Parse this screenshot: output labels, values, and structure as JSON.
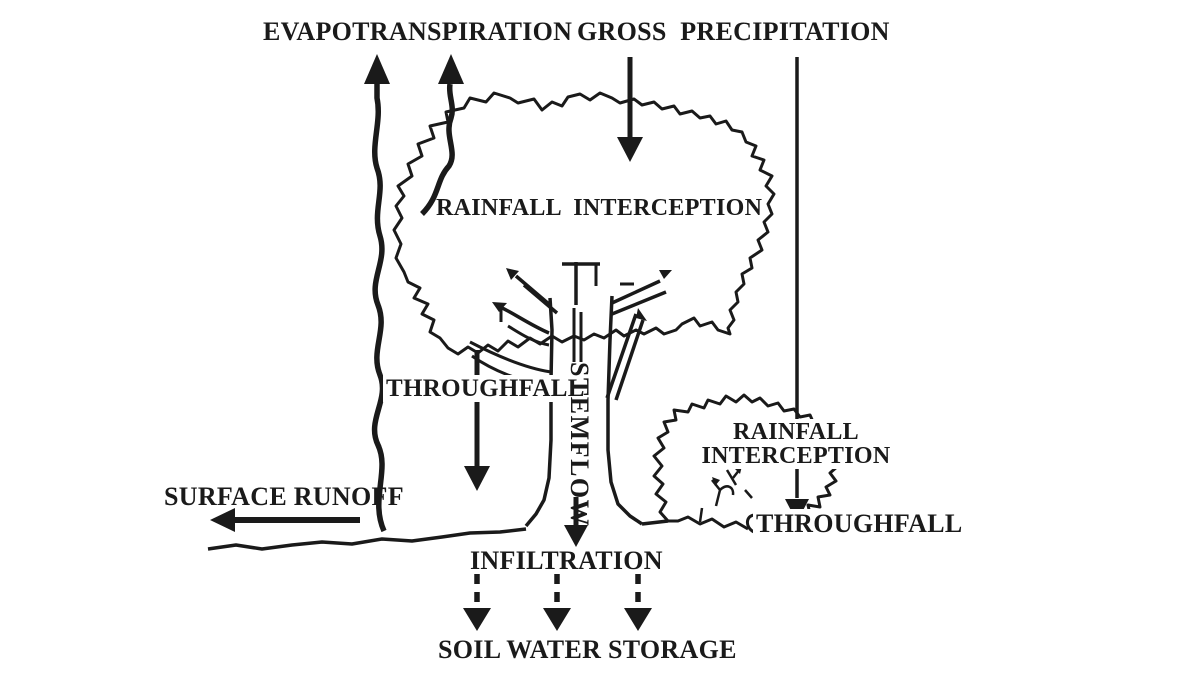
{
  "colors": {
    "ink": "#1a1a1a",
    "background": "#ffffff"
  },
  "labels": {
    "evapotranspiration": "EVAPOTRANSPIRATION",
    "gross_precipitation": "GROSS  PRECIPITATION",
    "canopy_rainfall_interception": "RAINFALL  INTERCEPTION",
    "throughfall_left": "THROUGHFALL",
    "stemflow": "STEMFLOW",
    "surface_runoff": "SURFACE RUNOFF",
    "shrub_rainfall_line1": "RAINFALL",
    "shrub_rainfall_line2": "INTERCEPTION",
    "shrub_throughfall": "THROUGHFALL",
    "infiltration": "INFILTRATION",
    "soil_water_storage": "SOIL WATER STORAGE"
  },
  "figures": [
    "large tree with cloud-like canopy and trunk",
    "small shrub at right",
    "irregular ground line"
  ],
  "arrows": [
    {
      "name": "evapotranspiration-up-left",
      "direction": "up",
      "style": "wavy-solid"
    },
    {
      "name": "evapotranspiration-up-right",
      "direction": "up",
      "style": "wavy-solid"
    },
    {
      "name": "gross-precipitation-down",
      "direction": "down",
      "style": "solid"
    },
    {
      "name": "precipitation-to-shrub-down",
      "direction": "down",
      "style": "solid-long"
    },
    {
      "name": "throughfall-down",
      "direction": "down",
      "style": "solid"
    },
    {
      "name": "stemflow-down",
      "direction": "down",
      "style": "solid"
    },
    {
      "name": "branch-stemflow-arrows",
      "direction": "outward-along-branches",
      "style": "small-solid"
    },
    {
      "name": "surface-runoff-left",
      "direction": "left",
      "style": "solid"
    },
    {
      "name": "shrub-throughfall-down",
      "direction": "down",
      "style": "solid"
    },
    {
      "name": "infiltration-down",
      "direction": "down",
      "style": "dashed",
      "count": 3
    }
  ]
}
